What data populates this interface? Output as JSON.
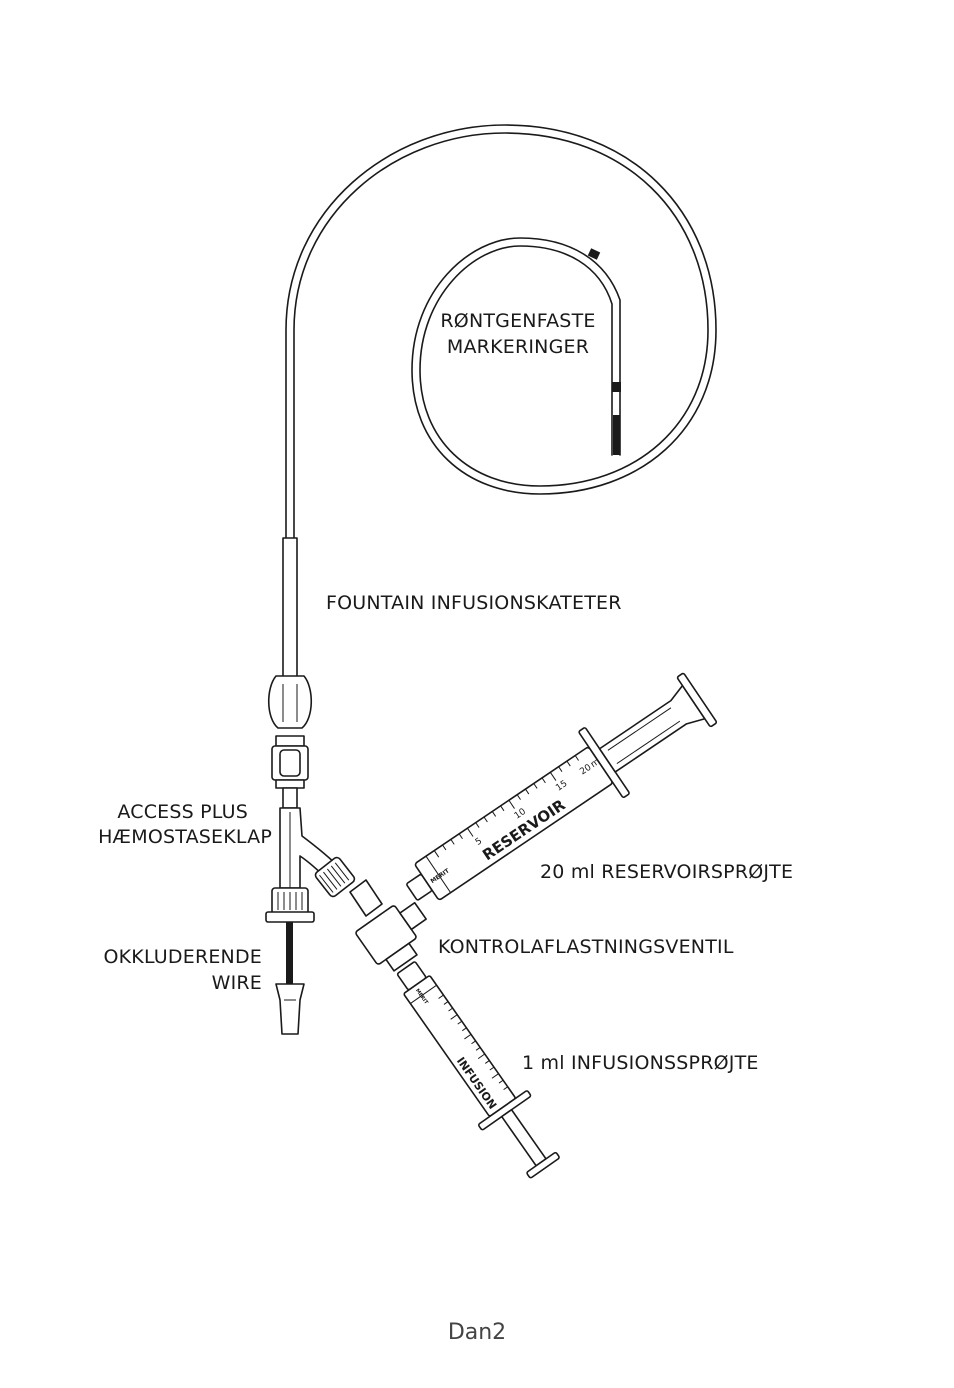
{
  "labels": {
    "radiopaque_markers": [
      "RØNTGENFASTE",
      "MARKERINGER"
    ],
    "catheter": "FOUNTAIN INFUSIONSKATETER",
    "hemostasis_valve": [
      "ACCESS PLUS",
      "HÆMOSTASEKLAP"
    ],
    "reservoir_syringe": "20 ml RESERVOIRSPRØJTE",
    "check_valve": "KONTROLAFLASTNINGSVENTIL",
    "occluding_wire": [
      "OKKLUDERENDE",
      "WIRE"
    ],
    "infusion_syringe": "1 ml INFUSIONSSPRØJTE"
  },
  "syringe_text": {
    "reservoir": "RESERVOIR",
    "infusion": "INFUSION",
    "merit": "MERIT",
    "reservoir_graduations": [
      "5",
      "10",
      "15",
      "20"
    ],
    "reservoir_unit": "ml"
  },
  "footer": "Dan2"
}
